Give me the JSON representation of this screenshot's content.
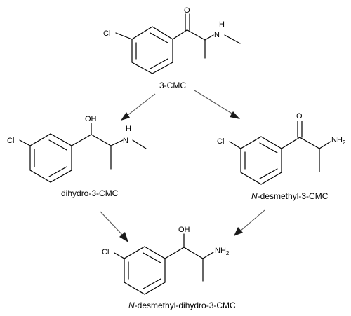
{
  "compounds": {
    "top": {
      "name_prefix": "",
      "name_rest": "3-CMC",
      "labels": {
        "cl": "Cl",
        "o": "O",
        "n": "N",
        "h": "H"
      }
    },
    "left": {
      "name_prefix": "",
      "name_rest": "dihydro-3-CMC",
      "labels": {
        "cl": "Cl",
        "oh": "OH",
        "n": "N",
        "h": "H"
      }
    },
    "right": {
      "name_prefix": "N",
      "name_rest": "-desmethyl-3-CMC",
      "labels": {
        "cl": "Cl",
        "o": "O",
        "nh": "NH",
        "sub": "2"
      }
    },
    "bottom": {
      "name_prefix": "N",
      "name_rest": "-desmethyl-dihydro-3-CMC",
      "labels": {
        "cl": "Cl",
        "oh": "OH",
        "nh": "NH",
        "sub": "2"
      }
    }
  },
  "arrow_color": "#555555",
  "bond_color": "#000000"
}
